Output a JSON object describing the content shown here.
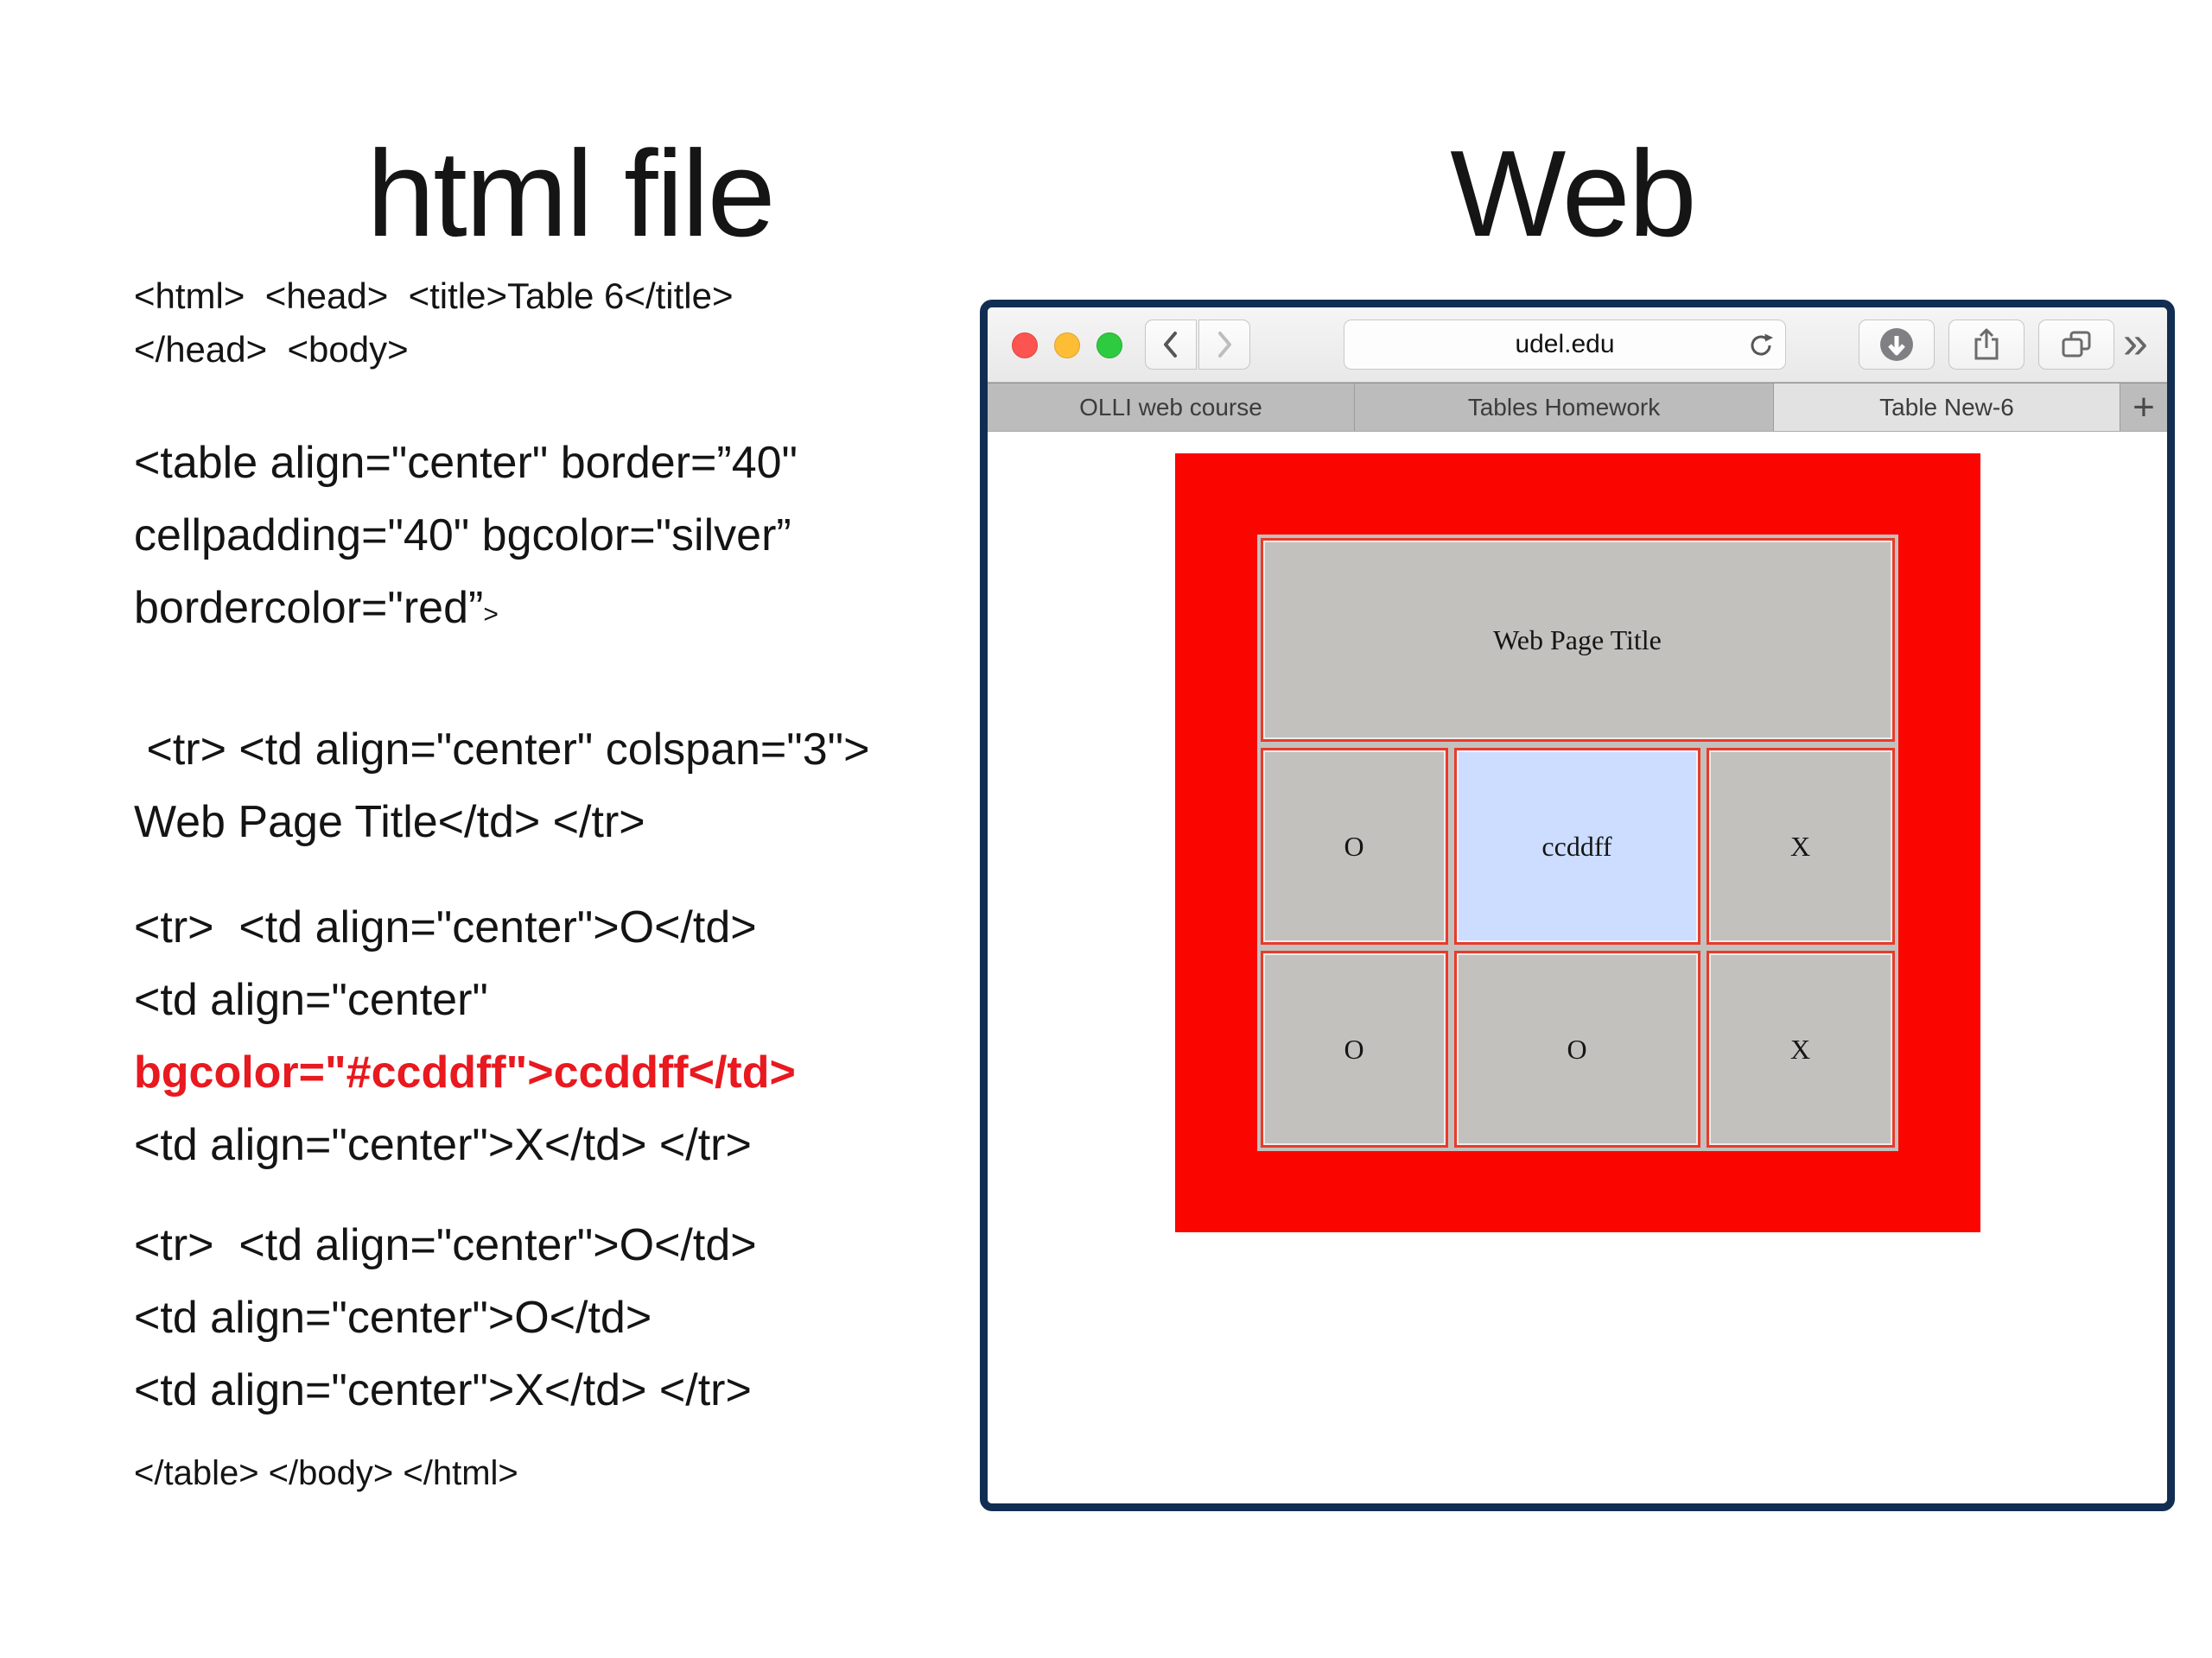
{
  "left": {
    "title": "html file",
    "code": {
      "p1": [
        "<html>  <head>  <title>Table 6</title>",
        "</head>  <body>"
      ],
      "p2": [
        "<table align=\"center\" border=”40\"",
        "cellpadding=\"40\" bgcolor=\"silver”",
        "bordercolor=\"red”"
      ],
      "p2_small_bracket": ">",
      "p3": [
        " <tr> <td align=\"center\" colspan=\"3\">",
        "Web Page Title</td> </tr>"
      ],
      "p4": [
        "<tr>  <td align=\"center\">O</td>",
        "<td align=\"center\"",
        "bgcolor=\"#ccddff\">ccddff</td>",
        "<td align=\"center\">X</td> </tr>"
      ],
      "p5": [
        "<tr>  <td align=\"center\">O</td>",
        "<td align=\"center\">O</td>",
        "<td align=\"center\">X</td> </tr>"
      ],
      "p6": "</table> </body> </html>"
    }
  },
  "right": {
    "title": "Web",
    "browser": {
      "address": "udel.edu",
      "tabs": [
        {
          "label": "OLLI web course",
          "active": false
        },
        {
          "label": "Tables Homework",
          "active": false
        },
        {
          "label": "Table New-6",
          "active": true
        }
      ],
      "new_tab_label": "+",
      "overflow_chevrons": "»",
      "page_table": {
        "header_cell": "Web Page Title",
        "rows": [
          [
            "O",
            "ccddff",
            "X"
          ],
          [
            "O",
            "O",
            "X"
          ]
        ],
        "highlight_cell_value": "ccddff",
        "highlight_color": "#ccddff"
      }
    }
  },
  "colors": {
    "code_highlight_red": "#e8191f",
    "table_border_red": "#fb0500",
    "cell_border_red": "#e93a2a",
    "silver": "#c2c1bd",
    "window_frame_navy": "#112e52",
    "traffic_red": "#fc5551",
    "traffic_yellow": "#fdbe35",
    "traffic_green": "#2ecb41"
  }
}
